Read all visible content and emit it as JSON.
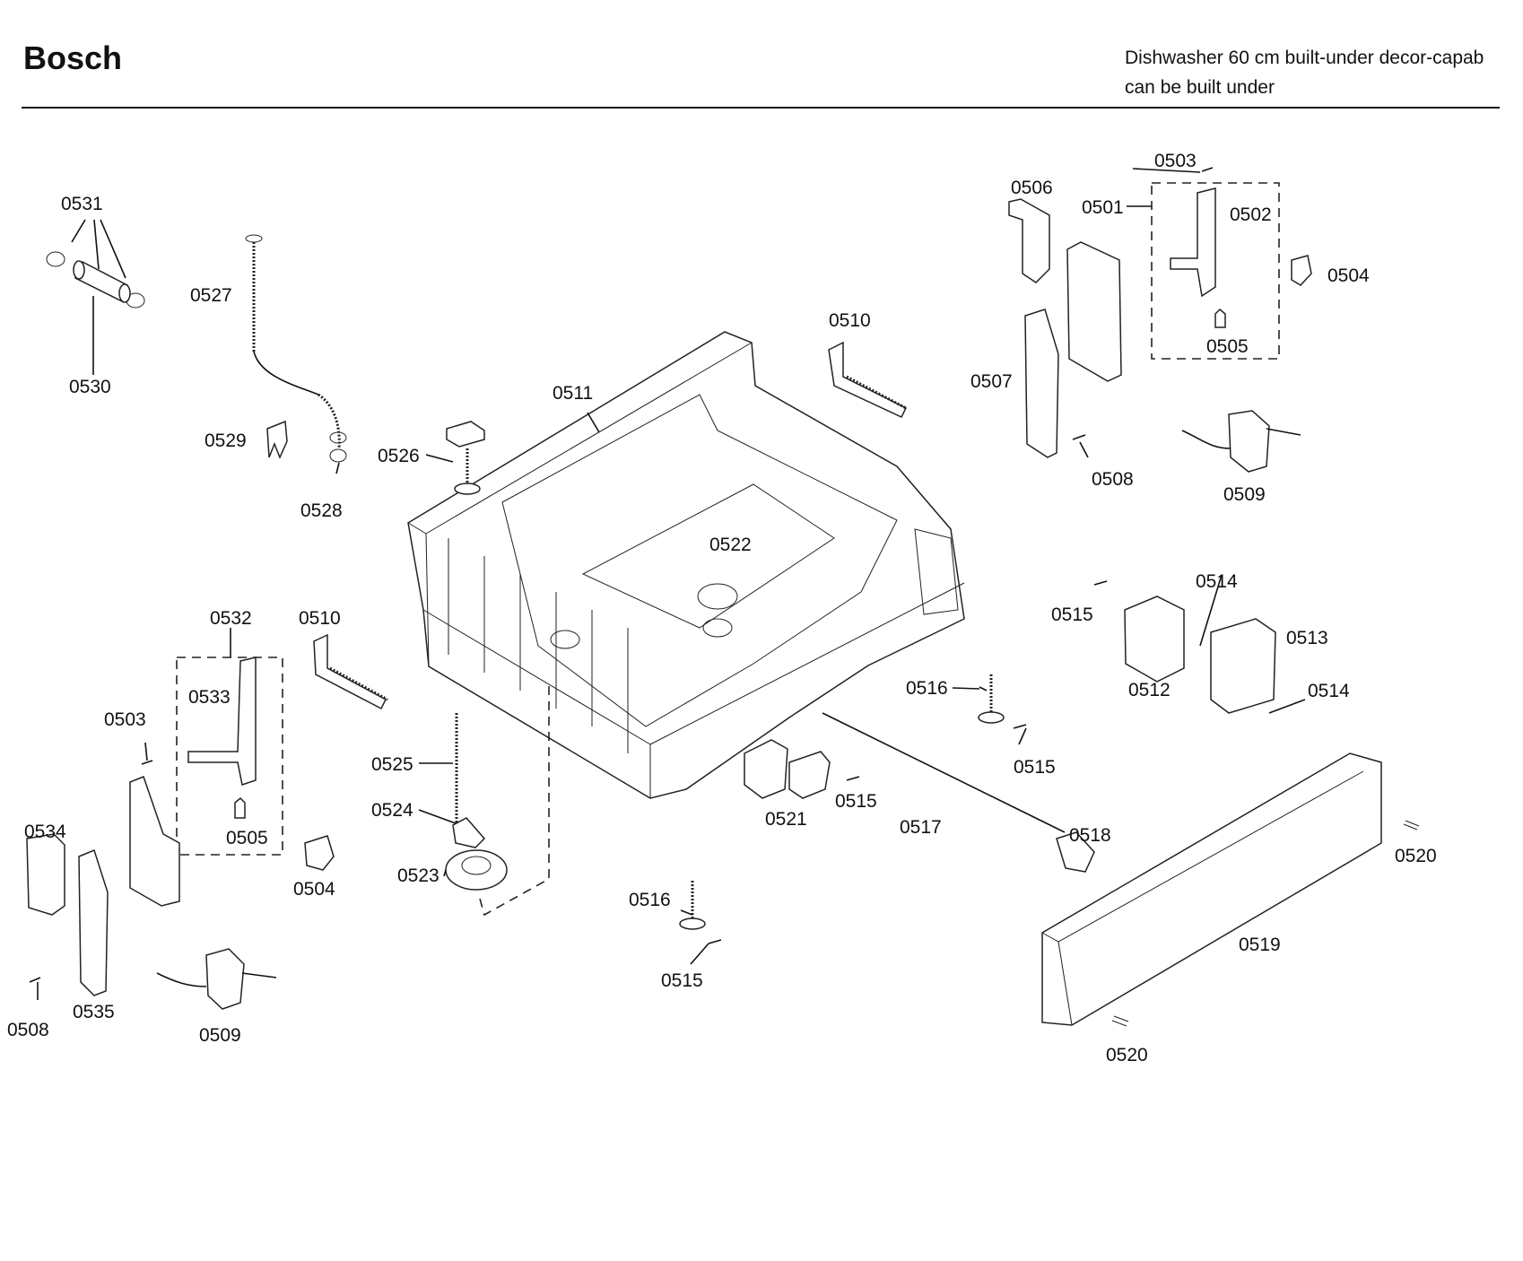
{
  "header": {
    "brand": "Bosch",
    "description_line1": "Dishwasher 60 cm built-under decor-capab",
    "description_line2": "can be built under"
  },
  "callouts": [
    {
      "id": "c-0531",
      "text": "0531"
    },
    {
      "id": "c-0530",
      "text": "0530"
    },
    {
      "id": "c-0527",
      "text": "0527"
    },
    {
      "id": "c-0529",
      "text": "0529"
    },
    {
      "id": "c-0528",
      "text": "0528"
    },
    {
      "id": "c-0526",
      "text": "0526"
    },
    {
      "id": "c-0511",
      "text": "0511"
    },
    {
      "id": "c-0510a",
      "text": "0510"
    },
    {
      "id": "c-0506",
      "text": "0506"
    },
    {
      "id": "c-0503a",
      "text": "0503"
    },
    {
      "id": "c-0501",
      "text": "0501"
    },
    {
      "id": "c-0502",
      "text": "0502"
    },
    {
      "id": "c-0504a",
      "text": "0504"
    },
    {
      "id": "c-0505a",
      "text": "0505"
    },
    {
      "id": "c-0507",
      "text": "0507"
    },
    {
      "id": "c-0508a",
      "text": "0508"
    },
    {
      "id": "c-0509a",
      "text": "0509"
    },
    {
      "id": "c-0522",
      "text": "0522"
    },
    {
      "id": "c-0515a",
      "text": "0515"
    },
    {
      "id": "c-0514a",
      "text": "0514"
    },
    {
      "id": "c-0513",
      "text": "0513"
    },
    {
      "id": "c-0512",
      "text": "0512"
    },
    {
      "id": "c-0514b",
      "text": "0514"
    },
    {
      "id": "c-0516a",
      "text": "0516"
    },
    {
      "id": "c-0515b",
      "text": "0515"
    },
    {
      "id": "c-0532",
      "text": "0532"
    },
    {
      "id": "c-0510b",
      "text": "0510"
    },
    {
      "id": "c-0533",
      "text": "0533"
    },
    {
      "id": "c-0503b",
      "text": "0503"
    },
    {
      "id": "c-0525",
      "text": "0525"
    },
    {
      "id": "c-0524",
      "text": "0524"
    },
    {
      "id": "c-0521",
      "text": "0521"
    },
    {
      "id": "c-0515c",
      "text": "0515"
    },
    {
      "id": "c-0517",
      "text": "0517"
    },
    {
      "id": "c-0518",
      "text": "0518"
    },
    {
      "id": "c-0520a",
      "text": "0520"
    },
    {
      "id": "c-0534",
      "text": "0534"
    },
    {
      "id": "c-0505b",
      "text": "0505"
    },
    {
      "id": "c-0504b",
      "text": "0504"
    },
    {
      "id": "c-0523",
      "text": "0523"
    },
    {
      "id": "c-0516b",
      "text": "0516"
    },
    {
      "id": "c-0519",
      "text": "0519"
    },
    {
      "id": "c-0515d",
      "text": "0515"
    },
    {
      "id": "c-0508b",
      "text": "0508"
    },
    {
      "id": "c-0535",
      "text": "0535"
    },
    {
      "id": "c-0509b",
      "text": "0509"
    },
    {
      "id": "c-0520b",
      "text": "0520"
    }
  ]
}
